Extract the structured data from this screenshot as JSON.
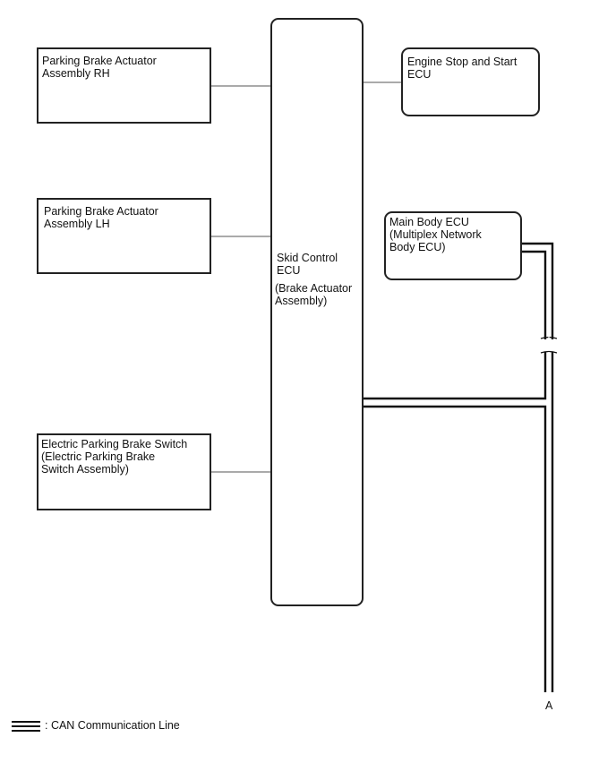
{
  "components": {
    "actuator_rh": "Parking Brake Actuator\nAssembly RH",
    "actuator_lh": "Parking Brake Actuator\nAssembly LH",
    "epb_switch": "Electric Parking Brake Switch\n(Electric Parking Brake\nSwitch Assembly)",
    "skid_control_ecu": "Skid Control\nECU",
    "skid_control_sub": "(Brake Actuator\nAssembly)",
    "engine_stop_start_ecu": "Engine Stop and Start\nECU",
    "main_body_ecu": "Main Body ECU\n(Multiplex Network\nBody ECU)"
  },
  "connector_label": "A",
  "legend": {
    "text": ": CAN Communication Line"
  }
}
